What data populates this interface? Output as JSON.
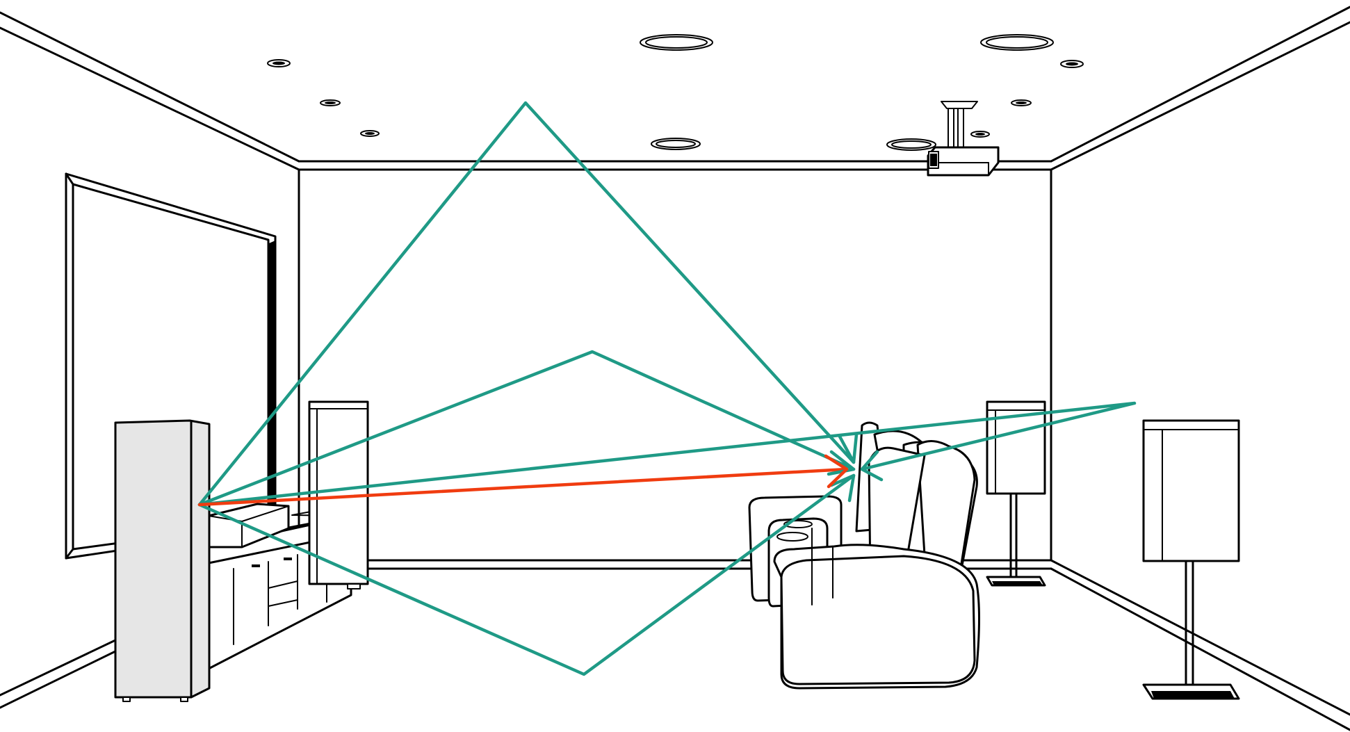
{
  "colors": {
    "background": "#ffffff",
    "outline": "#000000",
    "speaker_fill": "#e6e6e6",
    "reflection_path": "#1f9a86",
    "direct_path": "#f03c10"
  },
  "diagram": {
    "listener_seat": "front-center-recliner",
    "source_speaker": "front-left-tower-speaker",
    "paths": [
      {
        "kind": "direct",
        "via": "none"
      },
      {
        "kind": "reflection",
        "via": "ceiling"
      },
      {
        "kind": "reflection",
        "via": "front-wall"
      },
      {
        "kind": "reflection",
        "via": "right-side-wall"
      },
      {
        "kind": "reflection",
        "via": "floor"
      }
    ]
  }
}
